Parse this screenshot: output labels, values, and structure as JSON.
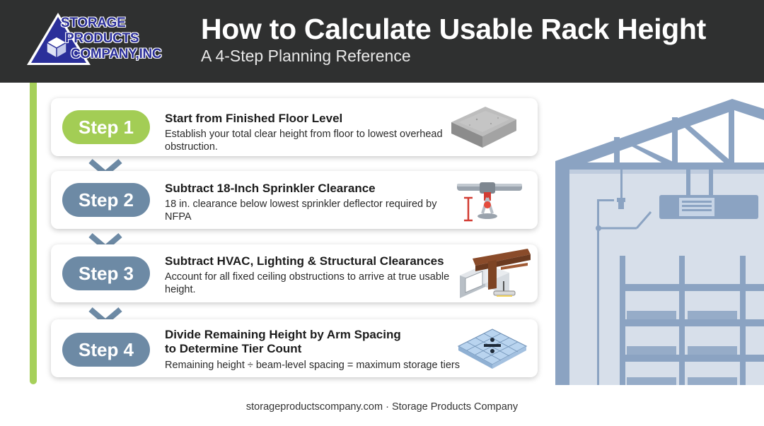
{
  "header": {
    "logo": {
      "line1": "STORAGE",
      "line2": "PRODUCTS",
      "line3": "COMPANY,INC"
    },
    "title": "How to Calculate Usable Rack Height",
    "subtitle": "A 4-Step Planning Reference"
  },
  "steps": [
    {
      "label": "Step 1",
      "title": "Start from Finished Floor Level",
      "description": "Establish your total clear height from floor to lowest overhead obstruction.",
      "icon": "concrete-slab-icon"
    },
    {
      "label": "Step 2",
      "title": "Subtract 18-Inch Sprinkler Clearance",
      "description": "18 in. clearance below lowest sprinkler deflector required by NFPA",
      "icon": "sprinkler-icon"
    },
    {
      "label": "Step 3",
      "title": "Subtract HVAC, Lighting & Structural Clearances",
      "description": "Account for all fixed ceiling obstructions to arrive at true usable height.",
      "icon": "duct-beam-icon"
    },
    {
      "label": "Step 4",
      "title_line1": "Divide Remaining Height by Arm Spacing",
      "title_line2": "to Determine Tier Count",
      "description": "Remaining height ÷ beam-level spacing = maximum storage tiers",
      "icon": "divide-grid-icon"
    }
  ],
  "footer": {
    "text": "storageproductscompany.com · Storage Products Company"
  },
  "colors": {
    "header_bg": "#2f3030",
    "accent_green": "#a3cd55",
    "step_blue": "#6d8aa5",
    "warehouse_blue": "#8ba3c2",
    "logo_blue": "#2b2f9a"
  }
}
